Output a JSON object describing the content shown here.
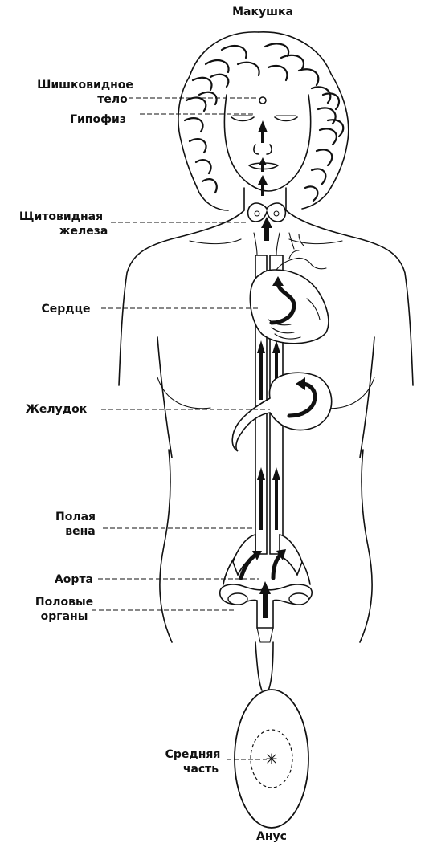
{
  "labels": {
    "crown": "Макушка",
    "pineal_1": "Шишковидное",
    "pineal_2": "тело",
    "pituitary": "Гипофиз",
    "thyroid_1": "Щитовидная",
    "thyroid_2": "железа",
    "heart": "Сердце",
    "stomach": "Желудок",
    "vena_cava_1": "Полая",
    "vena_cava_2": "вена",
    "aorta": "Аорта",
    "genitals_1": "Половые",
    "genitals_2": "органы",
    "middle_1": "Средняя",
    "middle_2": "часть",
    "anus": "Анус"
  }
}
